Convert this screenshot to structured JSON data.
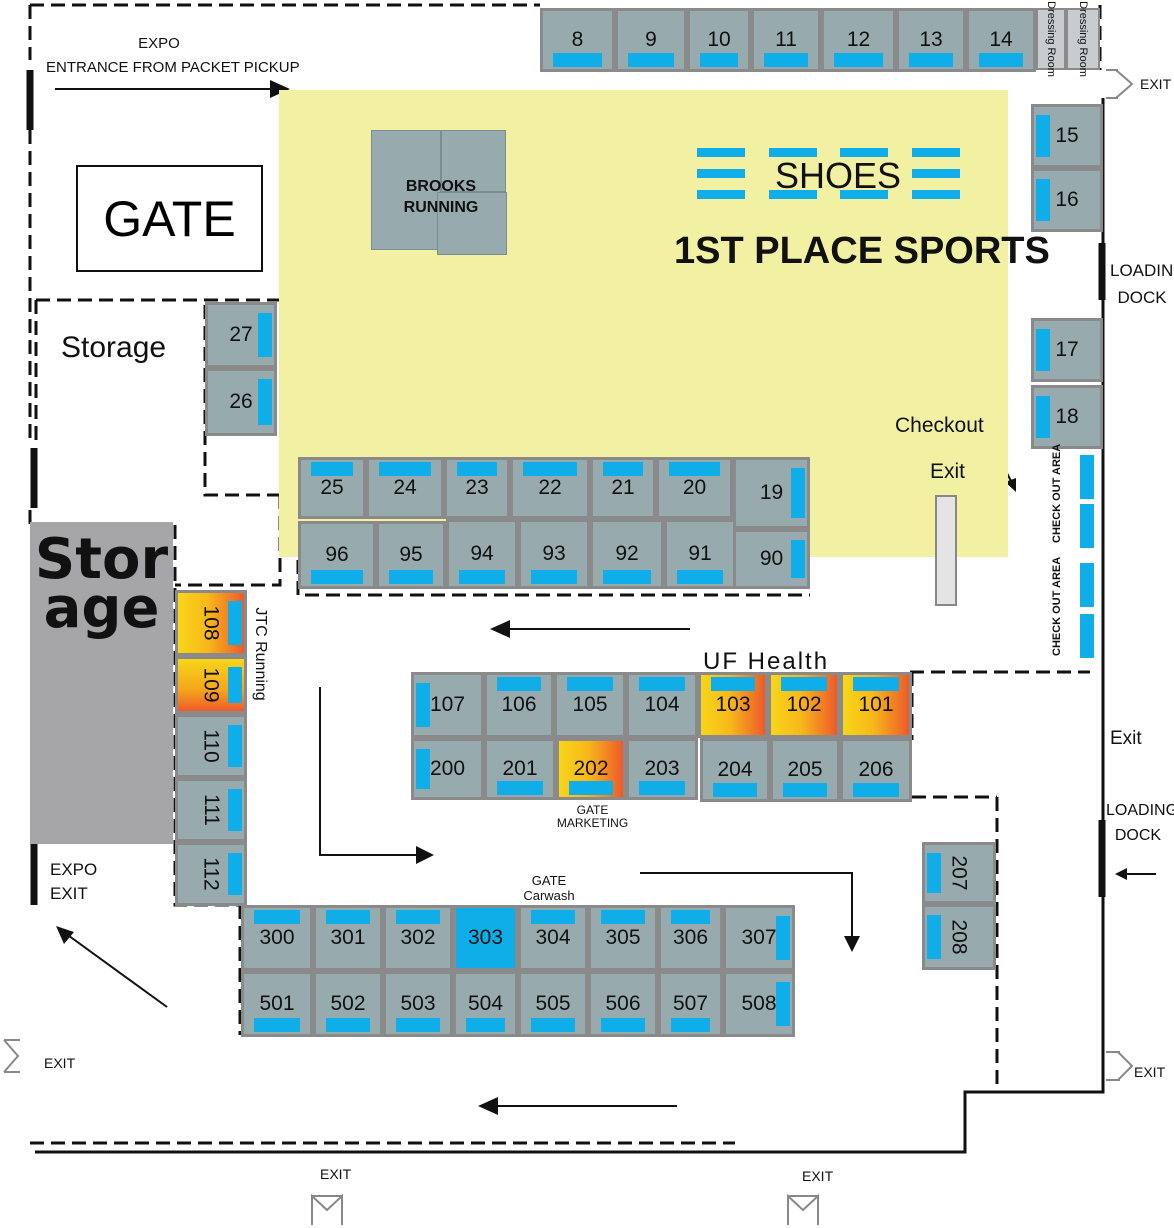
{
  "title": {
    "gate": "GATE",
    "expo_entrance_line1": "EXPO",
    "expo_entrance_line2": "ENTRANCE FROM PACKET PICKUP",
    "storage_small": "Storage",
    "storage_big": "Storage",
    "expo_exit_line1": "EXPO",
    "expo_exit_line2": "EXIT"
  },
  "areas": {
    "shoes": "SHOES",
    "first_place": "1ST PLACE SPORTS",
    "brooks_line1": "BROOKS",
    "brooks_line2": "RUNNING",
    "checkout": "Checkout",
    "exit_inside": "Exit",
    "check_out_area_1": "CHECK OUT AREA",
    "check_out_area_2": "CHECK OUT AREA",
    "uf_health": "UF Health",
    "jtc_running": "JTC Running",
    "gate_marketing": "GATE\nMARKETING",
    "gate_carwash_line1": "GATE",
    "gate_carwash_line2": "Carwash"
  },
  "edges": {
    "exit_top_right": "EXIT",
    "loading_dock_1_line1": "LOADING",
    "loading_dock_1_line2": "DOCK",
    "exit_right": "Exit",
    "loading_dock_2_line1": "LOADING",
    "loading_dock_2_line2": "DOCK",
    "exit_bottom_right": "EXIT",
    "exit_bottom_left": "EXIT",
    "exit_bottom_1": "EXIT",
    "exit_bottom_2": "EXIT",
    "dressing_room_1": "Dressing Room",
    "dressing_room_2": "Dressing Room"
  },
  "booths": [
    {
      "id": "8",
      "number": "8"
    },
    {
      "id": "9",
      "number": "9"
    },
    {
      "id": "10",
      "number": "10"
    },
    {
      "id": "11",
      "number": "11"
    },
    {
      "id": "12",
      "number": "12"
    },
    {
      "id": "13",
      "number": "13"
    },
    {
      "id": "14",
      "number": "14"
    },
    {
      "id": "15",
      "number": "15"
    },
    {
      "id": "16",
      "number": "16"
    },
    {
      "id": "17",
      "number": "17"
    },
    {
      "id": "18",
      "number": "18"
    },
    {
      "id": "27",
      "number": "27"
    },
    {
      "id": "26",
      "number": "26"
    },
    {
      "id": "25",
      "number": "25"
    },
    {
      "id": "24",
      "number": "24"
    },
    {
      "id": "23",
      "number": "23"
    },
    {
      "id": "22",
      "number": "22"
    },
    {
      "id": "21",
      "number": "21"
    },
    {
      "id": "20",
      "number": "20"
    },
    {
      "id": "19",
      "number": "19"
    },
    {
      "id": "96",
      "number": "96"
    },
    {
      "id": "95",
      "number": "95"
    },
    {
      "id": "94",
      "number": "94"
    },
    {
      "id": "93",
      "number": "93"
    },
    {
      "id": "92",
      "number": "92"
    },
    {
      "id": "91",
      "number": "91"
    },
    {
      "id": "90",
      "number": "90"
    },
    {
      "id": "108",
      "number": "108"
    },
    {
      "id": "109",
      "number": "109"
    },
    {
      "id": "110",
      "number": "110"
    },
    {
      "id": "111",
      "number": "111"
    },
    {
      "id": "112",
      "number": "112"
    },
    {
      "id": "107",
      "number": "107"
    },
    {
      "id": "106",
      "number": "106"
    },
    {
      "id": "105",
      "number": "105"
    },
    {
      "id": "104",
      "number": "104"
    },
    {
      "id": "103",
      "number": "103"
    },
    {
      "id": "102",
      "number": "102"
    },
    {
      "id": "101",
      "number": "101"
    },
    {
      "id": "200",
      "number": "200"
    },
    {
      "id": "201",
      "number": "201"
    },
    {
      "id": "202",
      "number": "202"
    },
    {
      "id": "203",
      "number": "203"
    },
    {
      "id": "204",
      "number": "204"
    },
    {
      "id": "205",
      "number": "205"
    },
    {
      "id": "206",
      "number": "206"
    },
    {
      "id": "207",
      "number": "207"
    },
    {
      "id": "208",
      "number": "208"
    },
    {
      "id": "300",
      "number": "300"
    },
    {
      "id": "301",
      "number": "301"
    },
    {
      "id": "302",
      "number": "302"
    },
    {
      "id": "303",
      "number": "303"
    },
    {
      "id": "304",
      "number": "304"
    },
    {
      "id": "305",
      "number": "305"
    },
    {
      "id": "306",
      "number": "306"
    },
    {
      "id": "307",
      "number": "307"
    },
    {
      "id": "501",
      "number": "501"
    },
    {
      "id": "502",
      "number": "502"
    },
    {
      "id": "503",
      "number": "503"
    },
    {
      "id": "504",
      "number": "504"
    },
    {
      "id": "505",
      "number": "505"
    },
    {
      "id": "506",
      "number": "506"
    },
    {
      "id": "507",
      "number": "507"
    },
    {
      "id": "508",
      "number": "508"
    }
  ],
  "colors": {
    "booth": "#97abaf",
    "table": "#10aee8",
    "first_place_area": "#f2f1a3",
    "storage_block": "#a6a6a8",
    "highlight_start": "#f7d619",
    "highlight_end": "#ee5a2a"
  }
}
